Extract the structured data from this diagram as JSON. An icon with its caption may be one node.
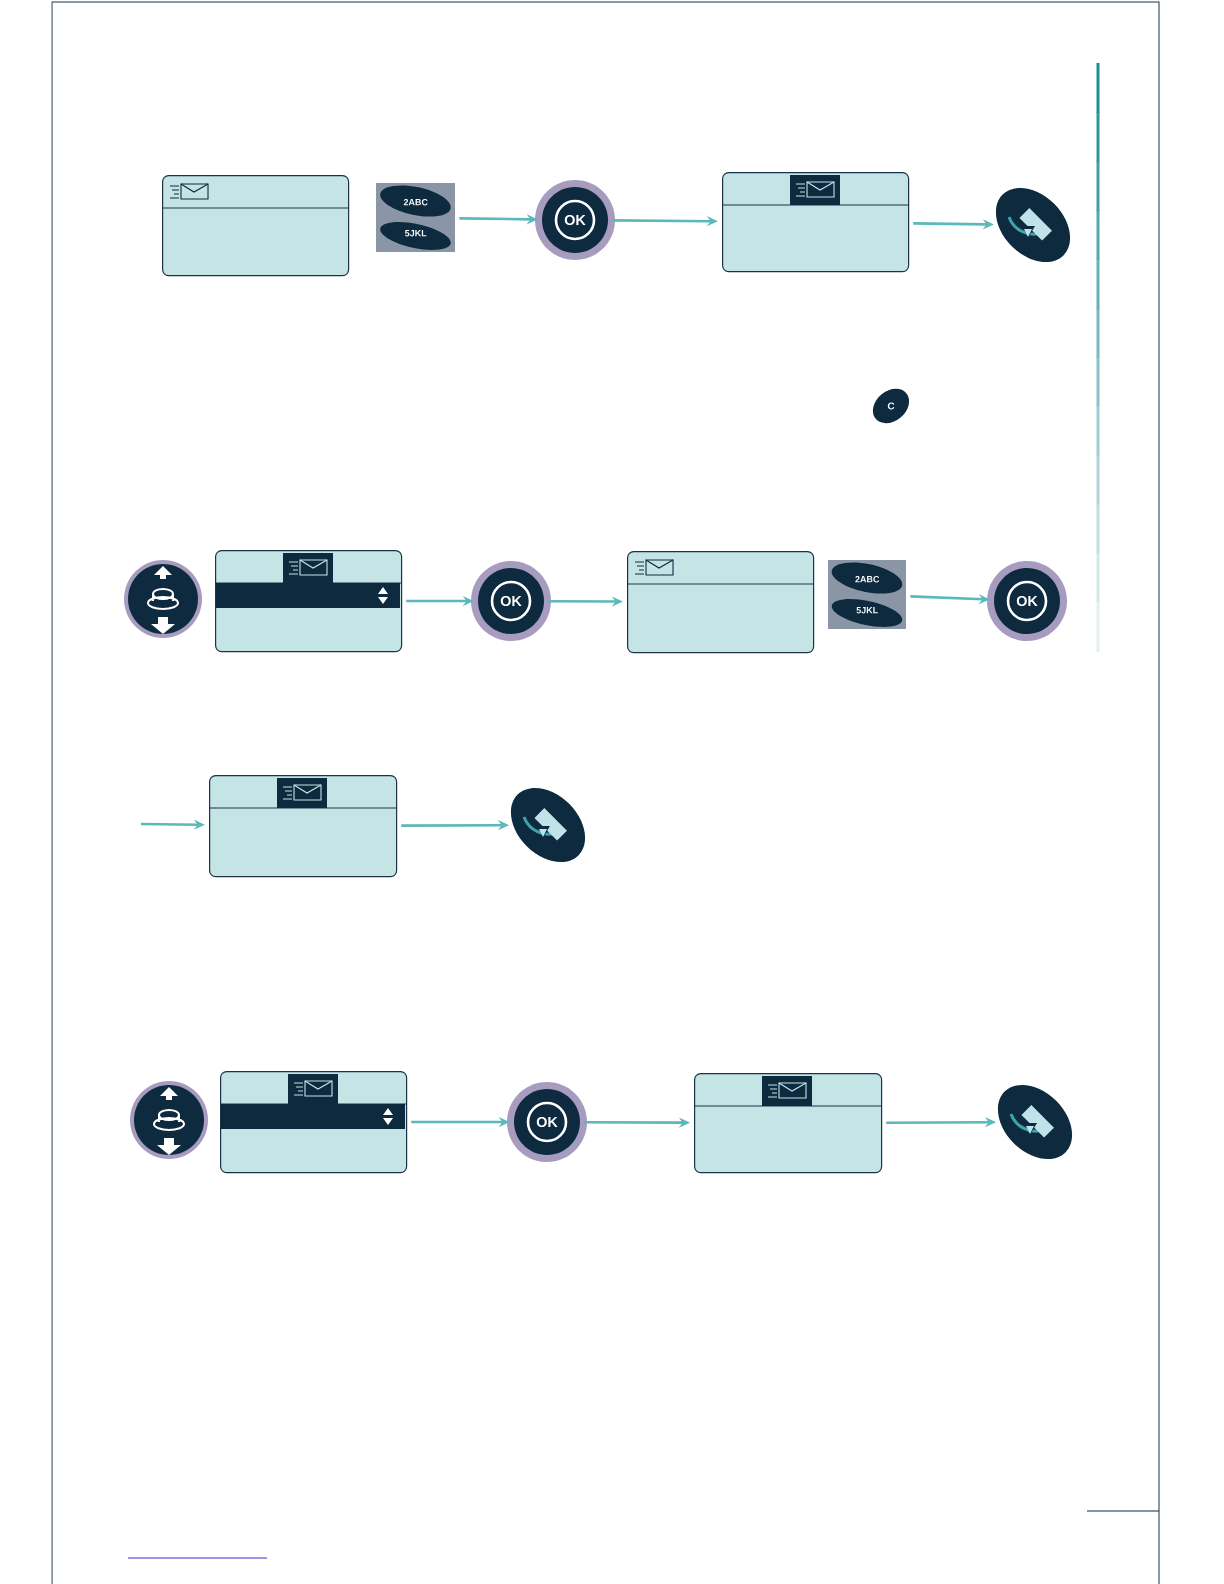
{
  "diagram": {
    "nodes": [
      {
        "text": [],
        "shape": "screen"
      },
      {
        "text": [
          "2ABC",
          "5JKL"
        ]
      },
      {
        "text": [
          "OK"
        ]
      },
      {
        "text": [],
        "shape": "screen"
      },
      {
        "text": [],
        "shape": "button"
      },
      {
        "text": [
          "C"
        ]
      },
      {
        "text": [],
        "shape": "button"
      },
      {
        "text": [],
        "shape": "screen"
      },
      {
        "text": [
          "OK"
        ]
      },
      {
        "text": [],
        "shape": "screen"
      },
      {
        "text": [
          "2ABC",
          "5JKL"
        ]
      },
      {
        "text": [
          "OK"
        ]
      },
      {
        "text": [],
        "shape": "screen"
      },
      {
        "text": [],
        "shape": "button"
      },
      {
        "text": [],
        "shape": "button"
      },
      {
        "text": [],
        "shape": "screen"
      },
      {
        "text": [
          "OK"
        ]
      },
      {
        "text": [],
        "shape": "screen"
      },
      {
        "text": [],
        "shape": "button"
      }
    ],
    "edges": [
      {
        "from": 1,
        "to": 2,
        "arrow": "to"
      },
      {
        "from": 2,
        "to": 3,
        "arrow": "to"
      },
      {
        "from": 3,
        "to": 4,
        "arrow": "to"
      },
      {
        "from": 7,
        "to": 8,
        "arrow": "to"
      },
      {
        "from": 8,
        "to": 9,
        "arrow": "to"
      },
      {
        "from": 10,
        "to": 11,
        "arrow": "to"
      },
      {
        "from": null,
        "to": 12,
        "arrow": "to"
      },
      {
        "from": 12,
        "to": 13,
        "arrow": "to"
      },
      {
        "from": 15,
        "to": 16,
        "arrow": "to"
      },
      {
        "from": 16,
        "to": 17,
        "arrow": "to"
      },
      {
        "from": 17,
        "to": 18,
        "arrow": "to"
      }
    ]
  }
}
